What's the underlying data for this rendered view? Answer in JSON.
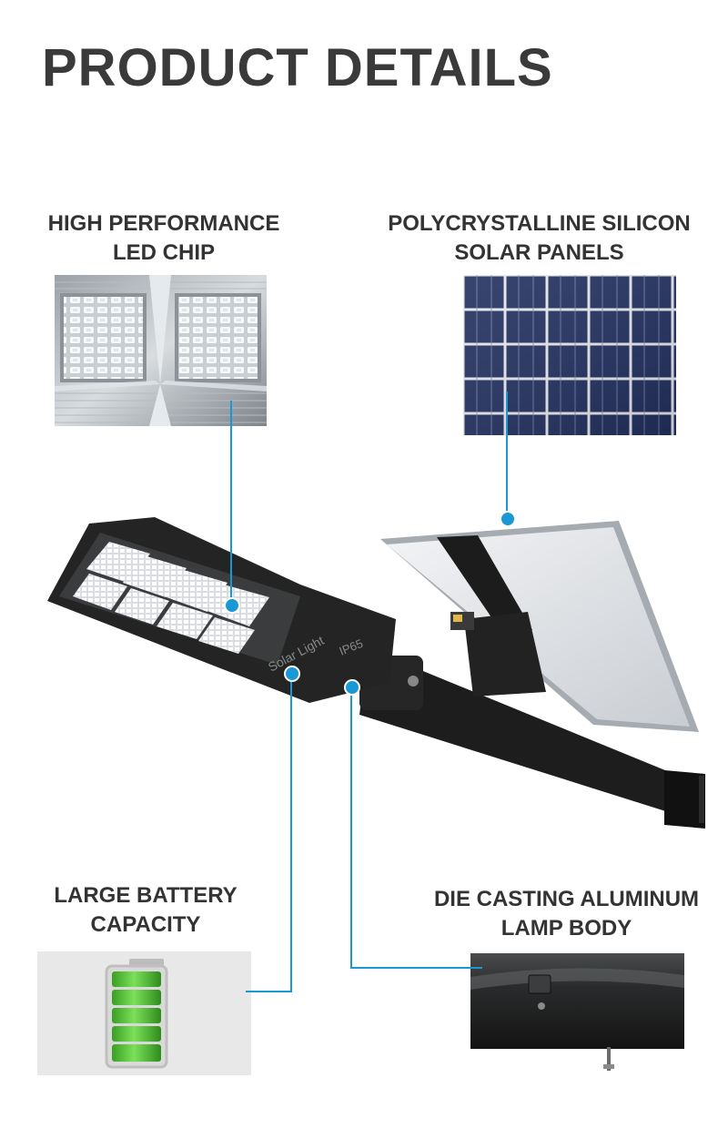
{
  "header": {
    "title": "PRODUCT DETAILS"
  },
  "features": {
    "led_chip": {
      "line1": "HIGH PERFORMANCE",
      "line2": "LED CHIP"
    },
    "solar_panel": {
      "line1": "POLYCRYSTALLINE SILICON",
      "line2": "SOLAR PANELS"
    },
    "battery": {
      "line1": "LARGE BATTERY",
      "line2": "CAPACITY"
    },
    "lamp_body": {
      "line1": "DIE CASTING ALUMINUM",
      "line2": "LAMP BODY"
    }
  },
  "product": {
    "housing_text": "Solar Light",
    "rating_text": "IP65"
  },
  "colors": {
    "accent": "#1a98d5",
    "title": "#3a3a3a",
    "solar_cell": "#1f2a5c",
    "battery_green": "#4ec02f"
  }
}
